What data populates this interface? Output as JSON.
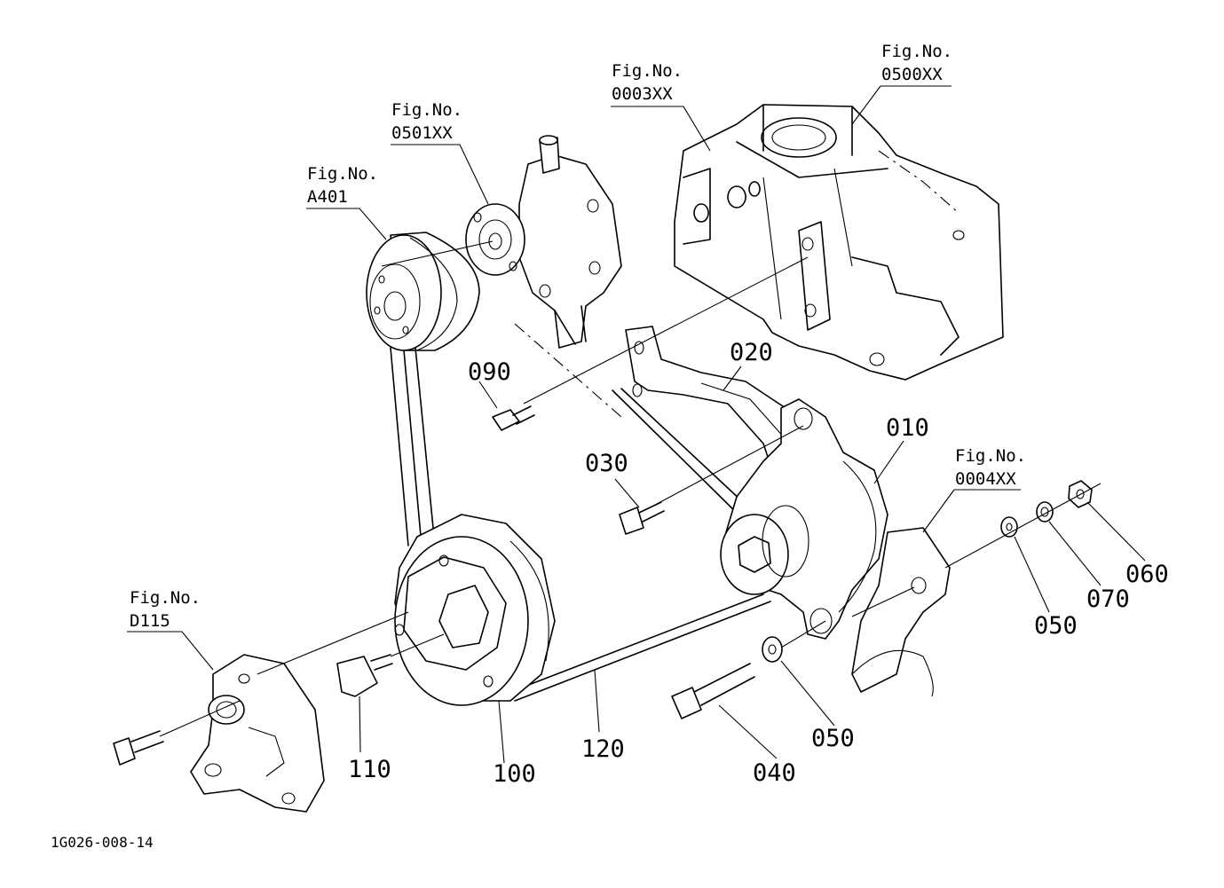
{
  "figure_refs": {
    "fig_0500": {
      "line1": "Fig.No.",
      "line2": "0500XX"
    },
    "fig_0003": {
      "line1": "Fig.No.",
      "line2": "0003XX"
    },
    "fig_0501": {
      "line1": "Fig.No.",
      "line2": "0501XX"
    },
    "fig_a401": {
      "line1": "Fig.No.",
      "line2": "A401"
    },
    "fig_0004": {
      "line1": "Fig.No.",
      "line2": "0004XX"
    },
    "fig_d115": {
      "line1": "Fig.No.",
      "line2": "D115"
    }
  },
  "part_numbers": {
    "p010": "010",
    "p020": "020",
    "p030": "030",
    "p040": "040",
    "p050_a": "050",
    "p050_b": "050",
    "p060": "060",
    "p070": "070",
    "p090": "090",
    "p100": "100",
    "p110": "110",
    "p120": "120"
  },
  "drawing_code": "1G026-008-14"
}
